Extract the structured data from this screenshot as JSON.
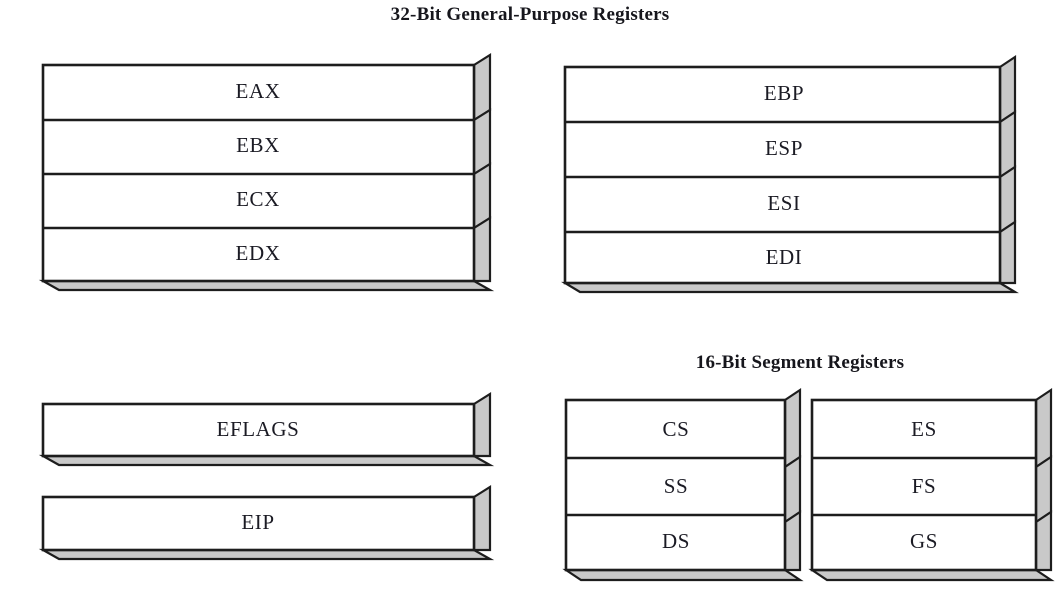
{
  "titles": {
    "general_purpose": "32-Bit General-Purpose Registers",
    "segment": "16-Bit Segment Registers"
  },
  "colors": {
    "box_fill": "#ffffff",
    "shadow_fill": "#c9c9c9",
    "outline": "#1d1d1d",
    "text": "#1b1b24",
    "background": "#ffffff"
  },
  "groups": [
    {
      "id": "general-purpose-left",
      "title_ref": "general_purpose",
      "registers": [
        {
          "name": "EAX"
        },
        {
          "name": "EBX"
        },
        {
          "name": "ECX"
        },
        {
          "name": "EDX"
        }
      ]
    },
    {
      "id": "general-purpose-right",
      "title_ref": "general_purpose",
      "registers": [
        {
          "name": "EBP"
        },
        {
          "name": "ESP"
        },
        {
          "name": "ESI"
        },
        {
          "name": "EDI"
        }
      ]
    },
    {
      "id": "status-registers",
      "registers": [
        {
          "name": "EFLAGS"
        },
        {
          "name": "EIP"
        }
      ]
    },
    {
      "id": "segment-left",
      "title_ref": "segment",
      "registers": [
        {
          "name": "CS"
        },
        {
          "name": "SS"
        },
        {
          "name": "DS"
        }
      ]
    },
    {
      "id": "segment-right",
      "title_ref": "segment",
      "registers": [
        {
          "name": "ES"
        },
        {
          "name": "FS"
        },
        {
          "name": "GS"
        }
      ]
    }
  ],
  "registers_flat": {
    "eax": "EAX",
    "ebx": "EBX",
    "ecx": "ECX",
    "edx": "EDX",
    "ebp": "EBP",
    "esp": "ESP",
    "esi": "ESI",
    "edi": "EDI",
    "eflags": "EFLAGS",
    "eip": "EIP",
    "cs": "CS",
    "ss": "SS",
    "ds": "DS",
    "es": "ES",
    "fs": "FS",
    "gs": "GS"
  }
}
